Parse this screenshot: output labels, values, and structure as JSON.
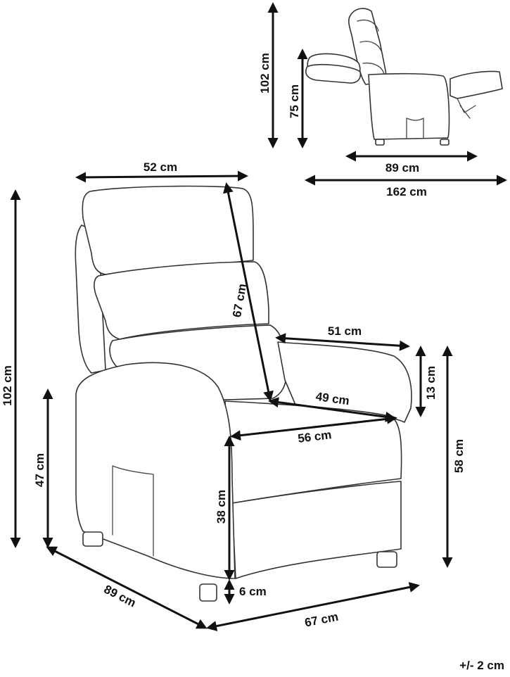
{
  "dimensions": {
    "total_height": "102 cm",
    "seat_height": "47 cm",
    "depth": "89 cm",
    "width": "67 cm",
    "backrest_width": "52 cm",
    "backrest_height": "67 cm",
    "seat_depth_top": "51 cm",
    "armrest_height": "13 cm",
    "seat_depth": "49 cm",
    "seat_width": "56 cm",
    "seat_to_floor": "38 cm",
    "leg_height": "6 cm",
    "arm_total_height": "58 cm",
    "reclined_height": "102 cm",
    "reclined_seat_height": "75 cm",
    "reclined_base_depth": "89 cm",
    "reclined_length": "162 cm"
  },
  "tolerance": "+/- 2 cm",
  "colors": {
    "line": "#333333",
    "text": "#111111",
    "background": "#ffffff"
  }
}
